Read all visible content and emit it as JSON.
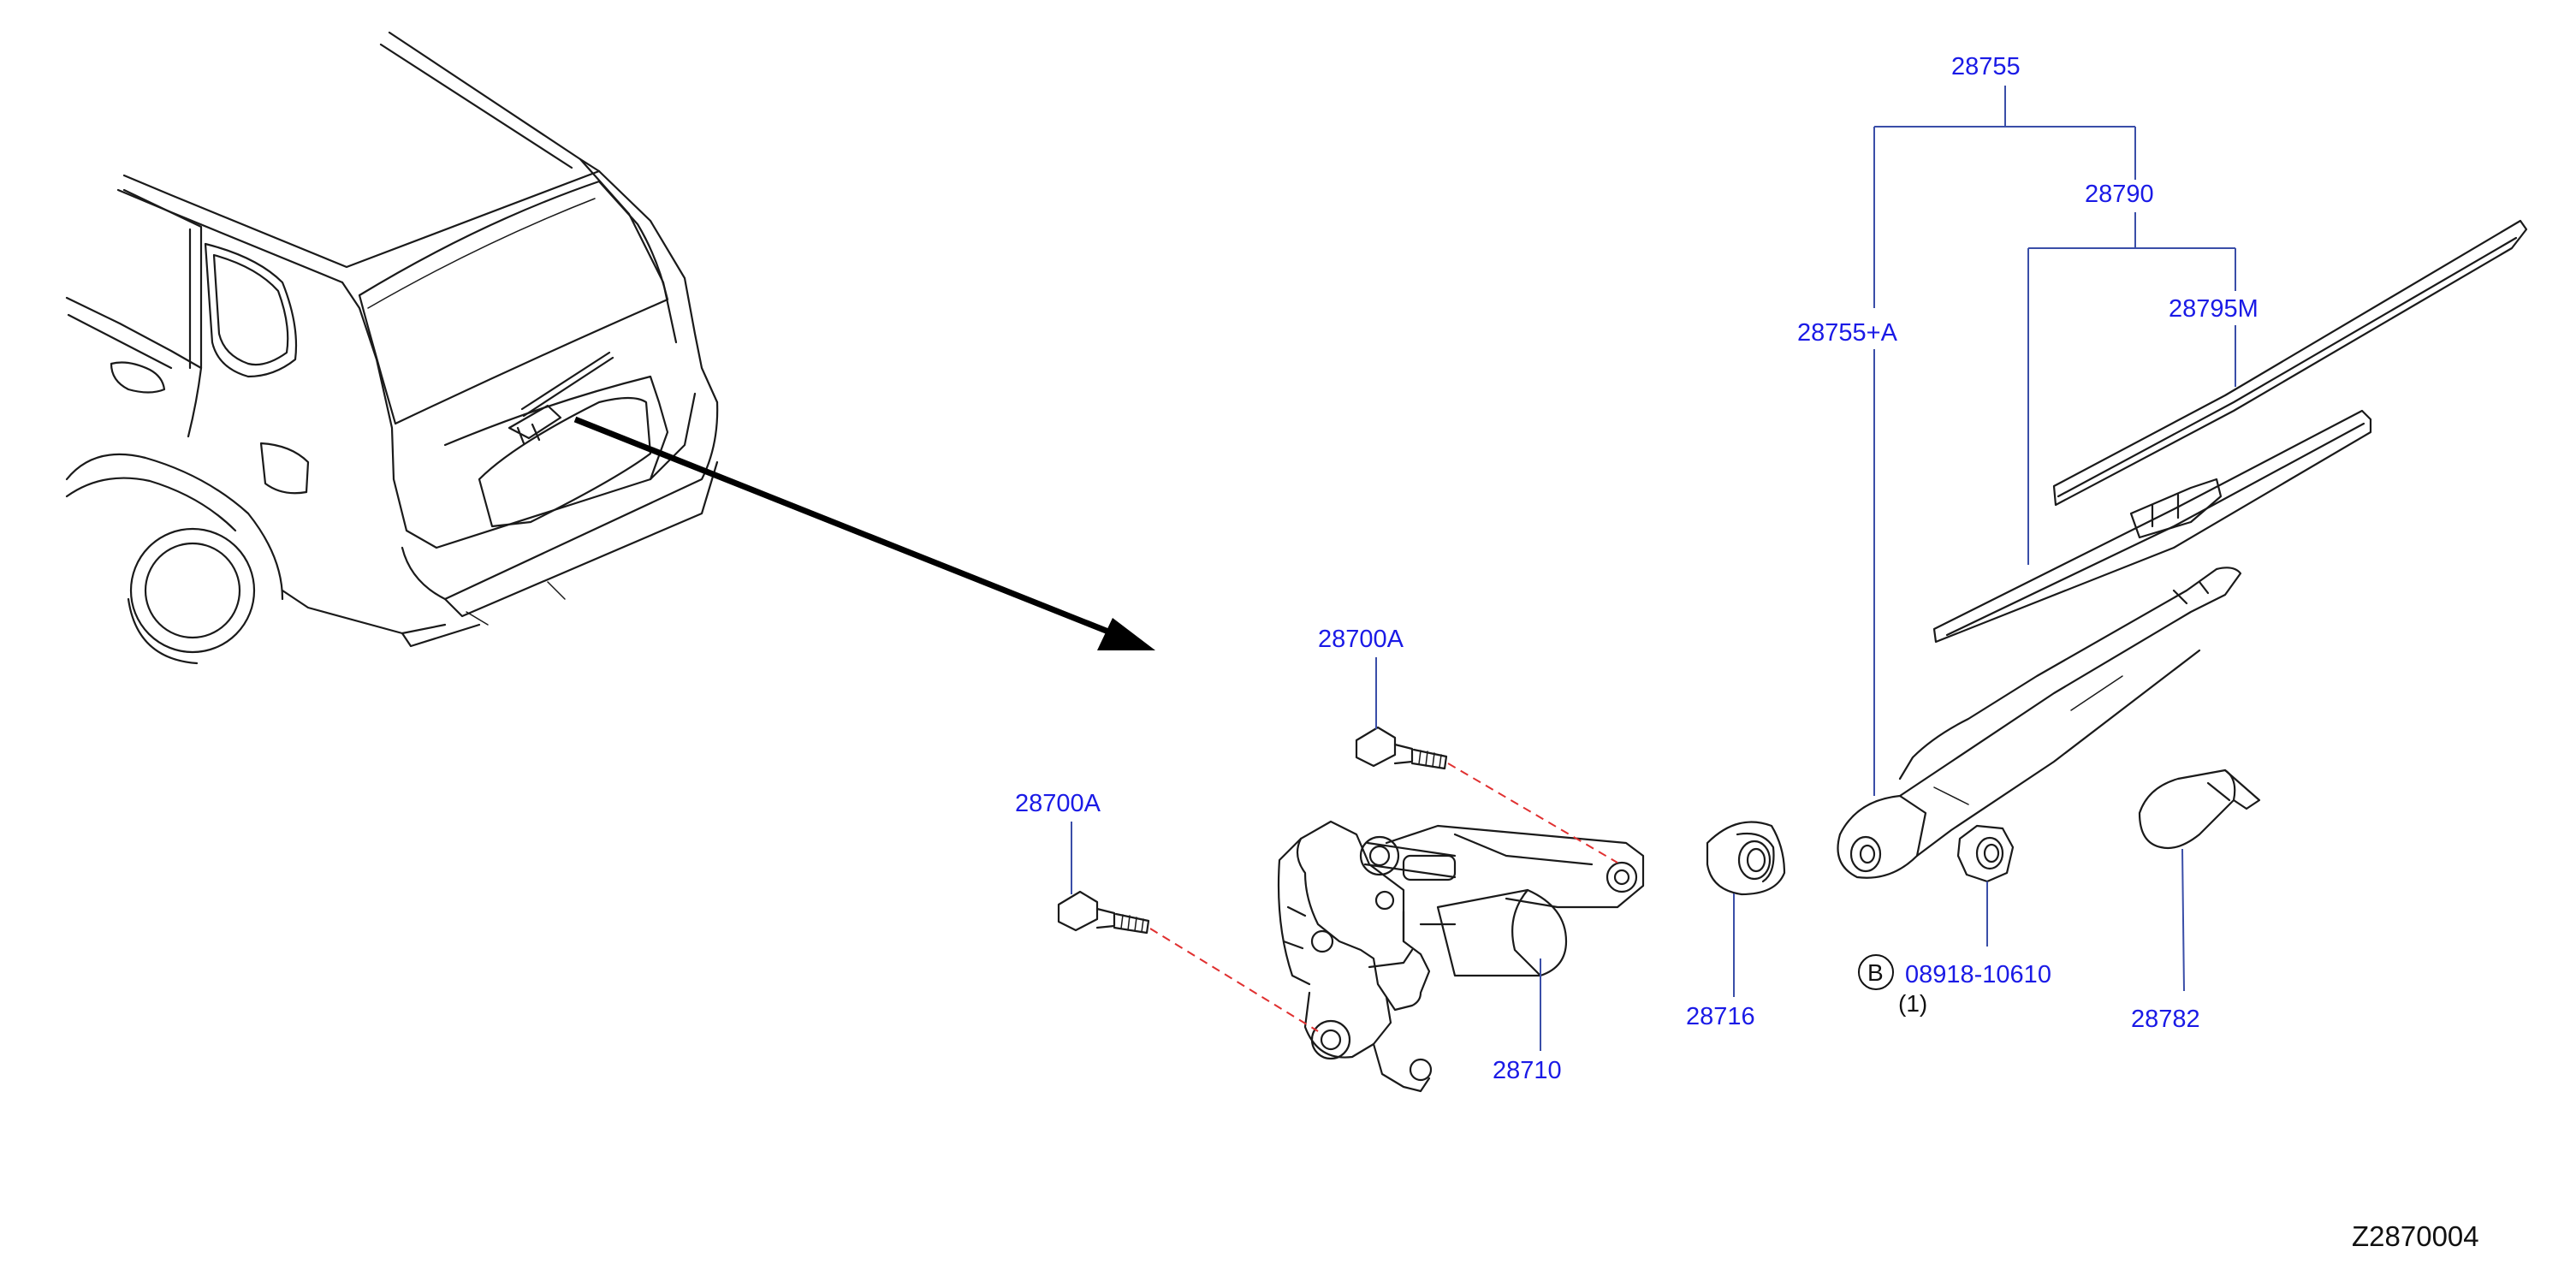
{
  "callouts": {
    "p28755": "28755",
    "p28790": "28790",
    "p28795m": "28795M",
    "p28755a": "28755+A",
    "p28700a_top": "28700A",
    "p28700a_left": "28700A",
    "p28710": "28710",
    "p28716": "28716",
    "p08918_marker": "B",
    "p08918": "08918-10610",
    "p08918_qty": "(1)",
    "p28782": "28782"
  },
  "diagram_code": "Z2870004",
  "colors": {
    "callout_text": "#1a1ae6",
    "leader_line": "#3a4ea8",
    "dash_line": "#e03030",
    "linework": "#1a1a1a"
  }
}
